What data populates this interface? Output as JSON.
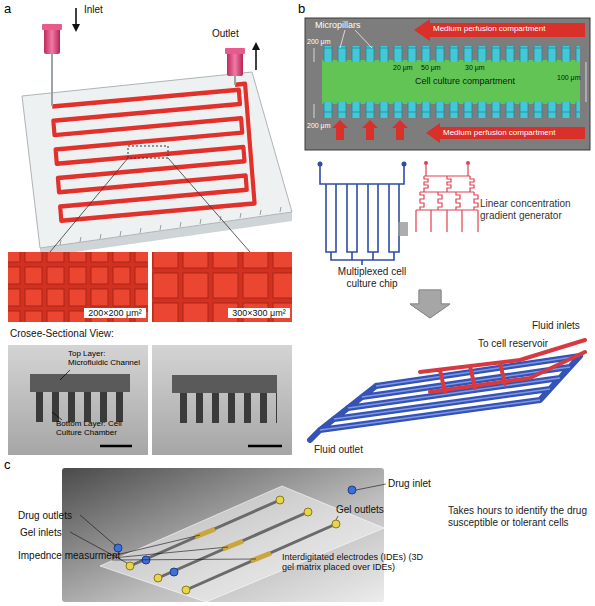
{
  "diagram": {
    "nodes": [
      {
        "text": [
          "200×200 μm²"
        ]
      },
      {
        "text": [
          "300×300 μm²"
        ]
      },
      {
        "text": [
          "Top Layer: Microfluidic Channel",
          "Bottom Layer: Cell Culture Chamber"
        ]
      },
      {
        "text": [
          "Micropillars",
          "Medium perfusion compartment",
          "Cell culture compartment",
          "200 μm",
          "20 μm",
          "50 μm",
          "30 μm",
          "100 μm",
          "200 μm",
          "Medium perfusion compartment"
        ]
      },
      {
        "text": [
          "Multiplexed cell culture chip"
        ]
      },
      {
        "text": [
          "Linear concentration gradient generator"
        ]
      },
      {
        "text": [
          "Fluid inlets",
          "To cell reservoir",
          "Fluid outlet"
        ]
      },
      {
        "text": [
          "Drug inlet",
          "Drug outlets",
          "Gel outlets",
          "Gel inlets",
          "Interdigitated electrodes (IDEs) (3D gel matrix placed over IDEs)",
          "Impednce measurment"
        ]
      }
    ],
    "edges": [
      {
        "from": 4,
        "to": 6,
        "arrow": "to"
      },
      {
        "from": 5,
        "to": 6,
        "arrow": "to"
      }
    ],
    "labels": [
      "a",
      "Inlet",
      "Outlet",
      "Crosee-Sectional View:",
      "b",
      "c",
      "Takes hours to identify the drug susceptible or tolerant cells"
    ]
  }
}
